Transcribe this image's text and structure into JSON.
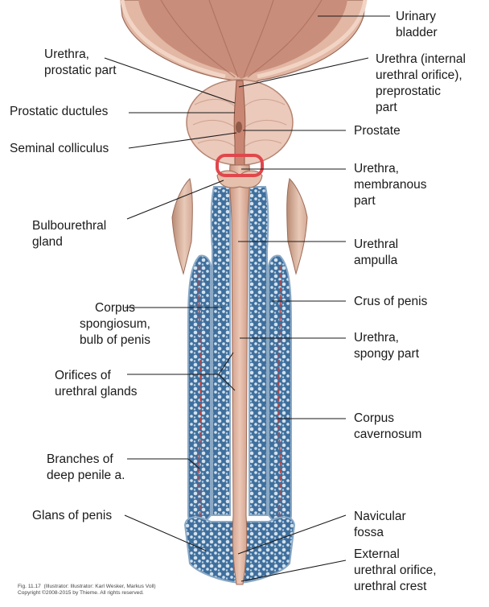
{
  "highlight_color": "#e0474c",
  "labels": {
    "urinary_bladder": "Urinary\nbladder",
    "urethra_prostatic": "Urethra,\nprostatic part",
    "urethra_internal": "Urethra (internal\nurethral orifice),\npreprostatic\npart",
    "prostatic_ductules": "Prostatic ductules",
    "prostate": "Prostate",
    "seminal_colliculus": "Seminal colliculus",
    "urethra_membranous": "Urethra,\nmembranous\npart",
    "bulbourethral_gland": "Bulbourethral\ngland",
    "urethral_ampulla": "Urethral\nampulla",
    "crus_of_penis": "Crus of penis",
    "corpus_spongiosum": "Corpus\nspongiosum,\nbulb of penis",
    "urethra_spongy": "Urethra,\nspongy part",
    "orifices_urethral_glands": "Orifices of\nurethral glands",
    "corpus_cavernosum": "Corpus\ncavernosum",
    "branches_deep_penile": "Branches of\ndeep penile a.",
    "glans_of_penis": "Glans of penis",
    "navicular_fossa": "Navicular\nfossa",
    "external_urethral_orifice": "External\nurethral orifice,\nurethral crest"
  },
  "credit": "Fig. 11.17  (Illustrator: Illustrator: Karl Wesker, Markus Voll)\nCopyright ©2008-2015 by Thieme. All rights reserved."
}
